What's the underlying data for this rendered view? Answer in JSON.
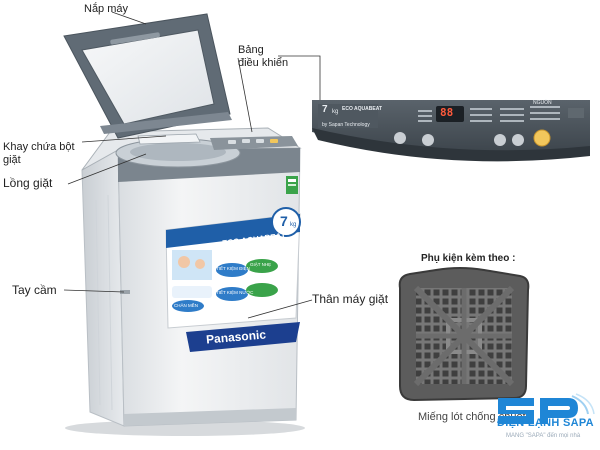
{
  "labels": {
    "lid": "Nắp máy",
    "control_panel": "Bảng\nđiều khiển",
    "detergent_tray": "Khay chứa bột giặt",
    "drum": "Lồng giặt",
    "handle": "Tay cầm",
    "body": "Thân máy giặt"
  },
  "accessory": {
    "title": "Phụ kiện kèm theo :",
    "item": "Miếng lót chống chuột"
  },
  "machine": {
    "brand": "Panasonic",
    "series_line1": "ECO",
    "series_line2": "AQUABEAT",
    "capacity": "7",
    "capacity_unit": "kg",
    "feature_1": "TIẾT KIỆM ĐIỆN",
    "feature_2": "GIẶT NHẸ",
    "feature_3": "TIẾT KIỆM NƯỚC",
    "feature_4": "CHĂN MỀN"
  },
  "panel": {
    "capacity": "7",
    "unit": "kg",
    "series": "ECO AQUABEAT",
    "tech": "by Sapan Technology",
    "display": "88",
    "power": "NGUỒN"
  },
  "logo": {
    "mark": "SP",
    "name": "ĐIỆN LẠNH SAPA",
    "tagline": "MANG \"SAPA\" đến mọi nhà"
  },
  "colors": {
    "machine_white": "#eef0f2",
    "machine_grey": "#6f7a84",
    "lid_frame": "#5f6a74",
    "panel_dark": "#4b545c",
    "accent_green": "#3aa34a",
    "accent_blue": "#1f86d6",
    "mat_grey": "#6c6c6c"
  }
}
